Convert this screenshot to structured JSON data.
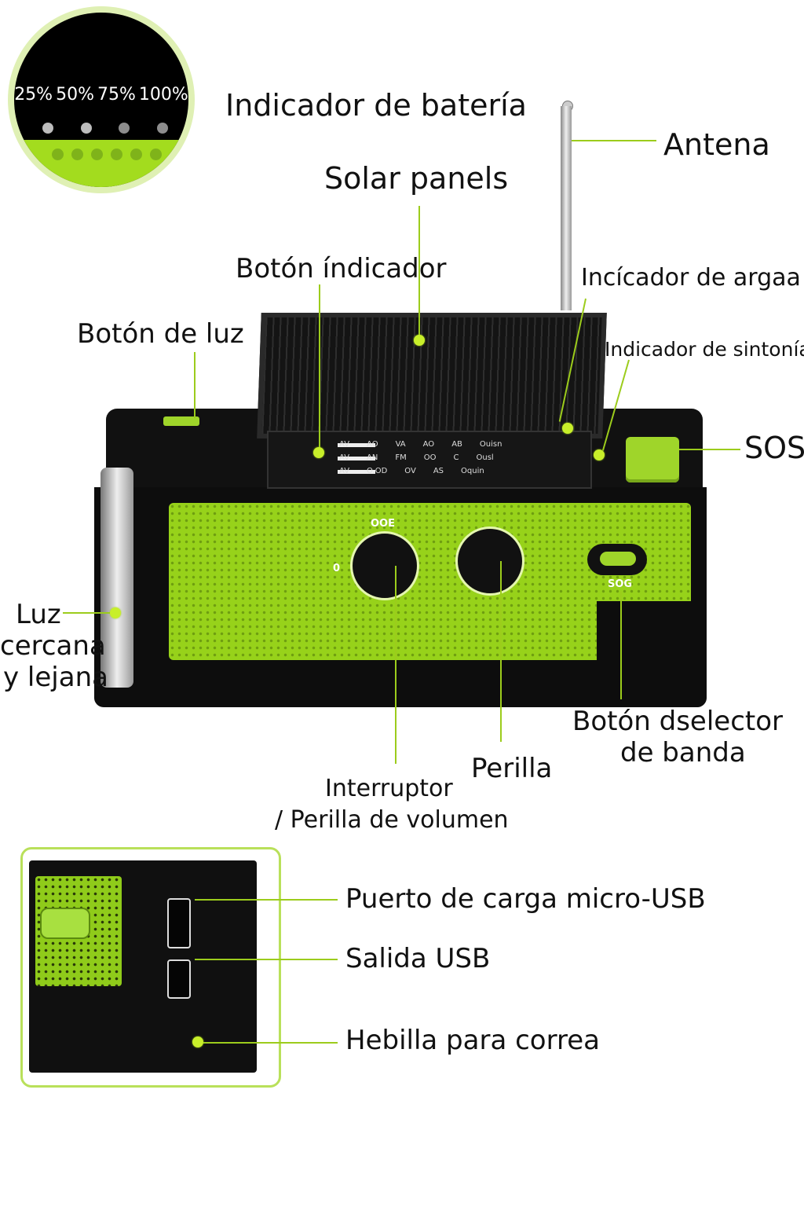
{
  "battery_badge": {
    "levels": [
      "25%",
      "50%",
      "75%",
      "100%"
    ]
  },
  "labels": {
    "battery_indicator": "Indicador de batería",
    "antenna": "Antena",
    "solar_panels": "Solar panels",
    "indicator_button": "Botón índicador",
    "charge_indicator": "Incícador de argaa",
    "tuning_indicator": "Indicador de sintonía",
    "light_button": "Botón de luz",
    "sos": "SOS",
    "light_line1": "Luz",
    "light_line2": "cercana",
    "light_line3": "y lejana",
    "band_selector_line1": "Botón dselector",
    "band_selector_line2": "de banda",
    "knob": "Perilla",
    "switch_line1": "Interruptor",
    "switch_line2": "/ Perilla de volumen",
    "micro_usb": "Puerto de carga micro-USB",
    "usb_out": "Salida USB",
    "strap_buckle": "Hebilla para correa"
  },
  "device_markings": {
    "knob_left": "OOE",
    "knob_left_zero": "0",
    "band_button": "SOG",
    "display_rows": [
      [
        "AV",
        "AO",
        "VA",
        "AO",
        "AB",
        "Ouisn"
      ],
      [
        "AV",
        "AN",
        "FM",
        "OO",
        "C",
        "Ousl"
      ],
      [
        "AV",
        "O.OD",
        "OV",
        "AS",
        "Oquin"
      ]
    ]
  },
  "colors": {
    "accent_green": "#9fd52a",
    "line_green": "#9ccc1c",
    "body_black": "#0d0d0d"
  }
}
